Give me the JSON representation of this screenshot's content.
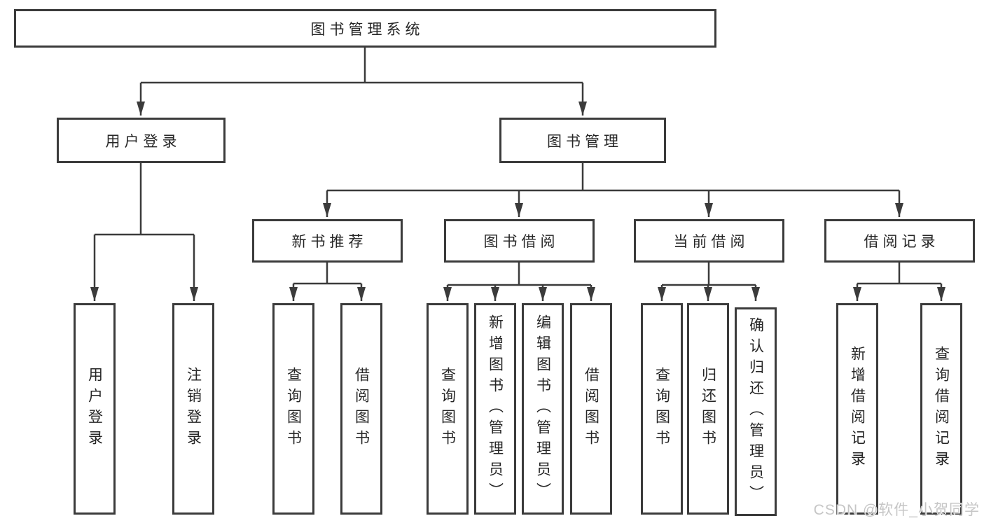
{
  "diagram": {
    "root": {
      "label": "图书管理系统"
    },
    "branches": {
      "user_login": {
        "label": "用户登录"
      },
      "book_management": {
        "label": "图书管理"
      },
      "new_book_recommend": {
        "label": "新书推荐"
      },
      "book_borrowing": {
        "label": "图书借阅"
      },
      "current_borrowing": {
        "label": "当前借阅"
      },
      "borrowing_records": {
        "label": "借阅记录"
      }
    },
    "leaves": {
      "user_login": {
        "label": "用户登录"
      },
      "logout": {
        "label": "注销登录"
      },
      "recommend_query_books": {
        "label": "查询图书"
      },
      "recommend_borrow_books": {
        "label": "借阅图书"
      },
      "borrowing_query_books": {
        "label": "查询图书"
      },
      "borrowing_add_books": {
        "label": "新增图书（管理员）"
      },
      "borrowing_edit_books": {
        "label": "编辑图书（管理员）"
      },
      "borrowing_borrow_books": {
        "label": "借阅图书"
      },
      "current_query_books": {
        "label": "查询图书"
      },
      "current_return_books": {
        "label": "归还图书"
      },
      "current_confirm_return": {
        "label": "确认归还（管理员）"
      },
      "records_add_record": {
        "label": "新增借阅记录"
      },
      "records_query_record": {
        "label": "查询借阅记录"
      }
    }
  },
  "watermark": {
    "text": "CSDN @软件_小贺同学",
    "color": "#c6c6c6"
  },
  "colors": {
    "box_border": "#3b3b3b",
    "connector": "#3b3b3b",
    "text": "#262626",
    "background": "#ffffff"
  }
}
